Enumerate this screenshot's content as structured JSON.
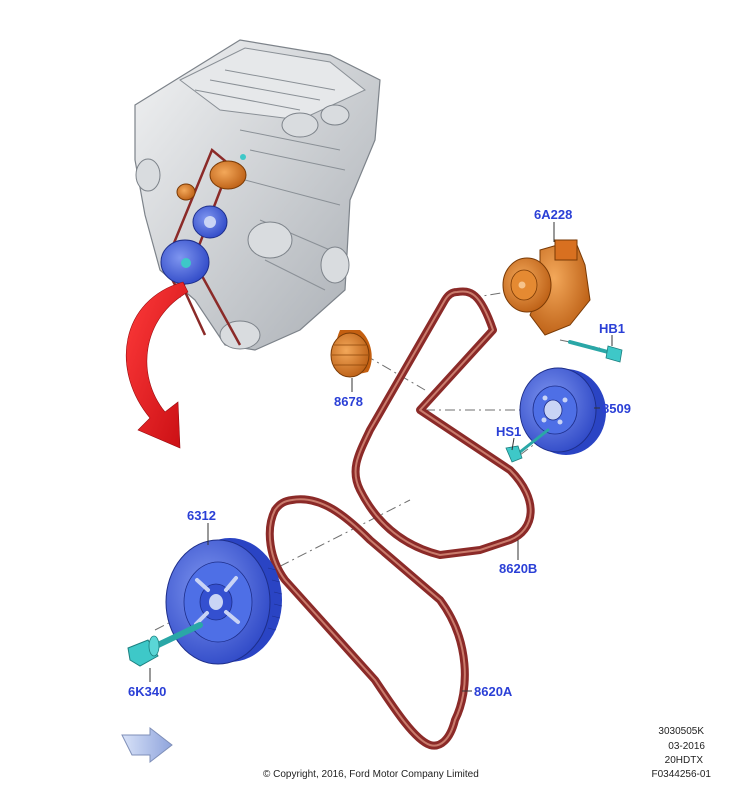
{
  "callouts": {
    "tensioner": "6A228",
    "tensioner_bolt": "HB1",
    "idler": "8678",
    "water_pump_pulley": "8509",
    "pump_pulley_screw": "HS1",
    "crank_pulley": "6312",
    "belt_b": "8620B",
    "crank_bolt": "6K340",
    "belt_a": "8620A"
  },
  "footer": {
    "copyright": "© Copyright, 2016, Ford Motor Company Limited",
    "ref_code": "3030505K",
    "date": "03-2016",
    "engine_code": "20HDTX",
    "figure_id": "F0344256-01"
  },
  "colors": {
    "callout_text": "#2a3fd6",
    "belt": "#8b2a28",
    "belt_inner": "#c97b6c",
    "pulley_blue": "#3d5ee0",
    "tensioner_orange": "#e07a1c",
    "bolt_cyan": "#3ec8c8",
    "arrow_red": "#e4151b",
    "engine_gray": "#cfd2d6"
  }
}
